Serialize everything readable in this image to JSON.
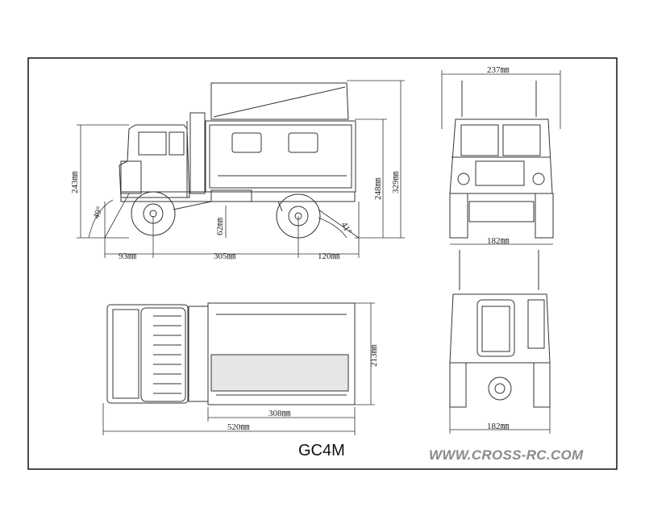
{
  "model_name": "GC4M",
  "website": "WWW.CROSS-RC.COM",
  "side_view": {
    "height_cab": "243㎜",
    "height_box": "248㎜",
    "height_total": "329㎜",
    "approach_angle": "49°",
    "departure_angle": "41°",
    "ground_clearance": "62㎜",
    "front_overhang": "93㎜",
    "wheelbase": "305㎜",
    "rear_overhang": "120㎜"
  },
  "front_view": {
    "width_top": "237㎜",
    "track": "182㎜"
  },
  "top_view": {
    "box_length": "308㎜",
    "total_length": "520㎜",
    "width": "213㎜"
  },
  "rear_view": {
    "track": "182㎜"
  }
}
